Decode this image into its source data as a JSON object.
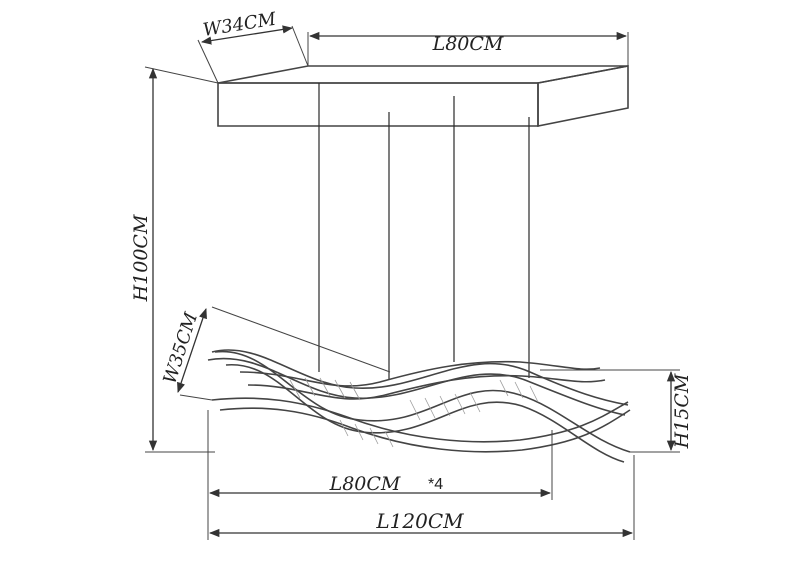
{
  "dimensions": {
    "canopy_width": "W34CM",
    "canopy_length": "L80CM",
    "overall_height": "H100CM",
    "fixture_width": "W35CM",
    "fixture_height": "H15CM",
    "wave_length": "L80CM",
    "wave_multiplier": "*4",
    "overall_length": "L120CM"
  },
  "colors": {
    "line": "#333333",
    "background": "#ffffff"
  }
}
